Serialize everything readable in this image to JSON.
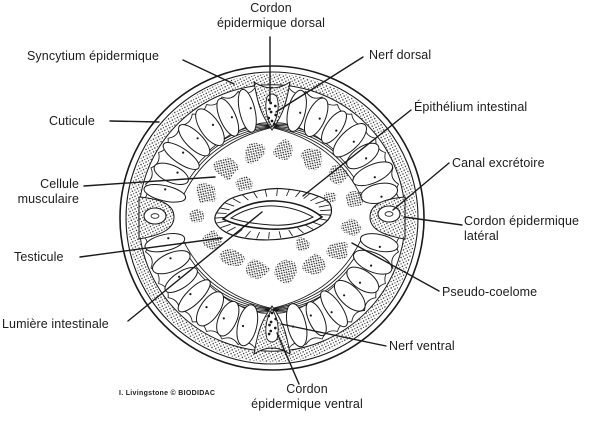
{
  "figure": {
    "credit": "I. Livingstone © BIODIDAC"
  },
  "colors": {
    "ink": "#1a1a1a",
    "paper": "#ffffff"
  },
  "labels": {
    "cordon_epidermique_dorsal": "Cordon\népidermique dorsal",
    "syncytium_epidermique": "Syncytium épidermique",
    "nerf_dorsal": "Nerf dorsal",
    "cuticule": "Cuticule",
    "epithelium_intestinal": "Épithélium intestinal",
    "cellule_musculaire": "Cellule\nmusculaire",
    "canal_excretoire": "Canal excrétoire",
    "testicule": "Testicule",
    "cordon_epidermique_lateral": "Cordon épidermique\nlatéral",
    "lumiere_intestinale": "Lumière intestinale",
    "pseudo_coelome": "Pseudo-coelome",
    "nerf_ventral": "Nerf ventral",
    "cordon_epidermique_ventral": "Cordon\népidermique ventral"
  }
}
